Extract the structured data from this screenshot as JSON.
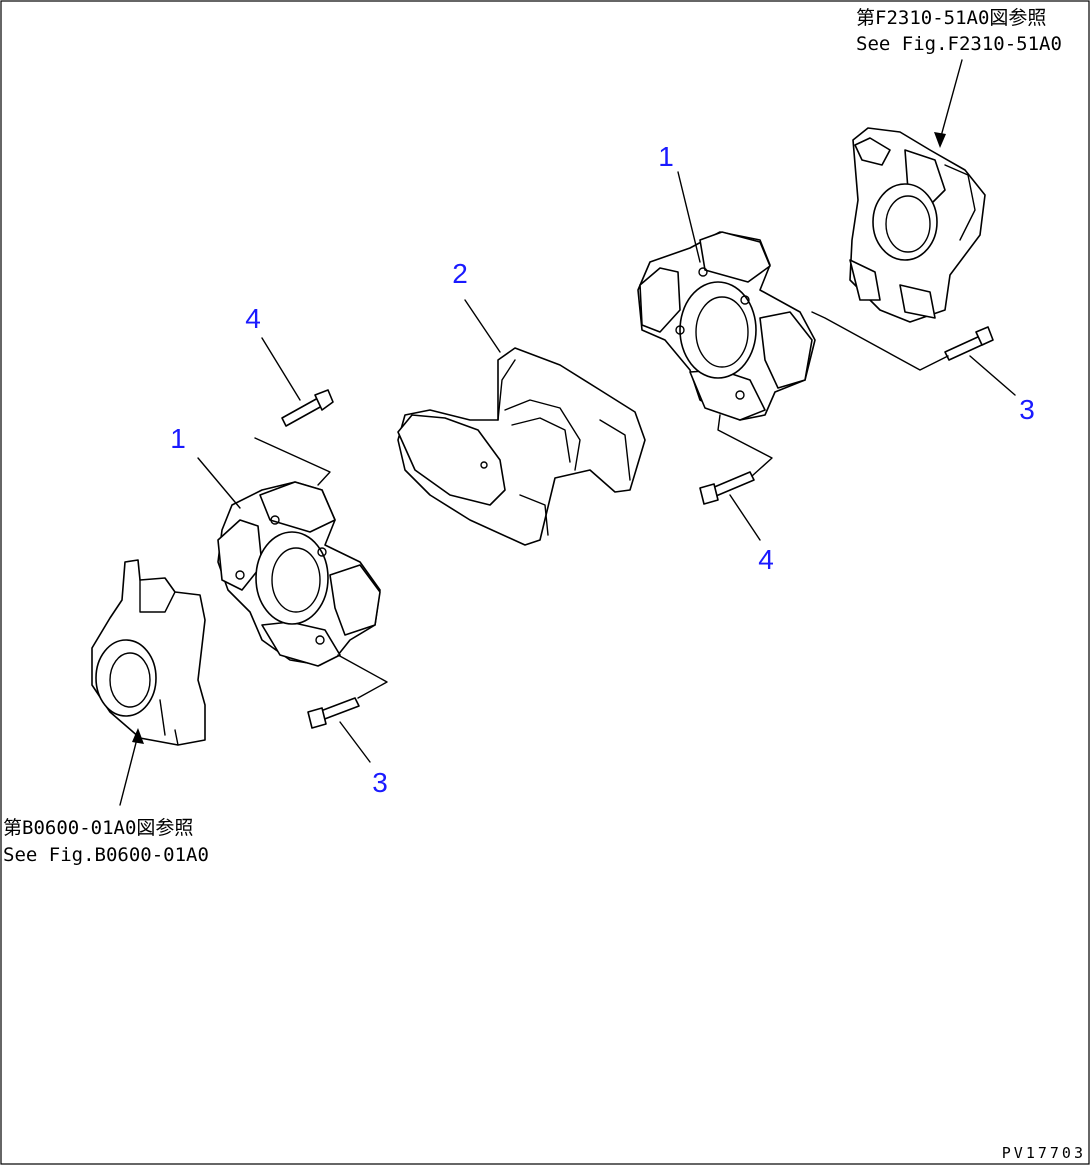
{
  "colors": {
    "callout": "#1a1aff",
    "line": "#000000",
    "background": "#ffffff"
  },
  "callouts": {
    "c1_left": "1",
    "c1_right": "1",
    "c2": "2",
    "c3_left": "3",
    "c3_right": "3",
    "c4_left": "4",
    "c4_right": "4"
  },
  "references": {
    "top_right": {
      "line1": "第F2310-51A0図参照",
      "line2": "See Fig.F2310-51A0"
    },
    "bottom_left": {
      "line1": "第B0600-01A0図参照",
      "line2": "See Fig.B0600-01A0"
    }
  },
  "drawing_code": "PV17703"
}
